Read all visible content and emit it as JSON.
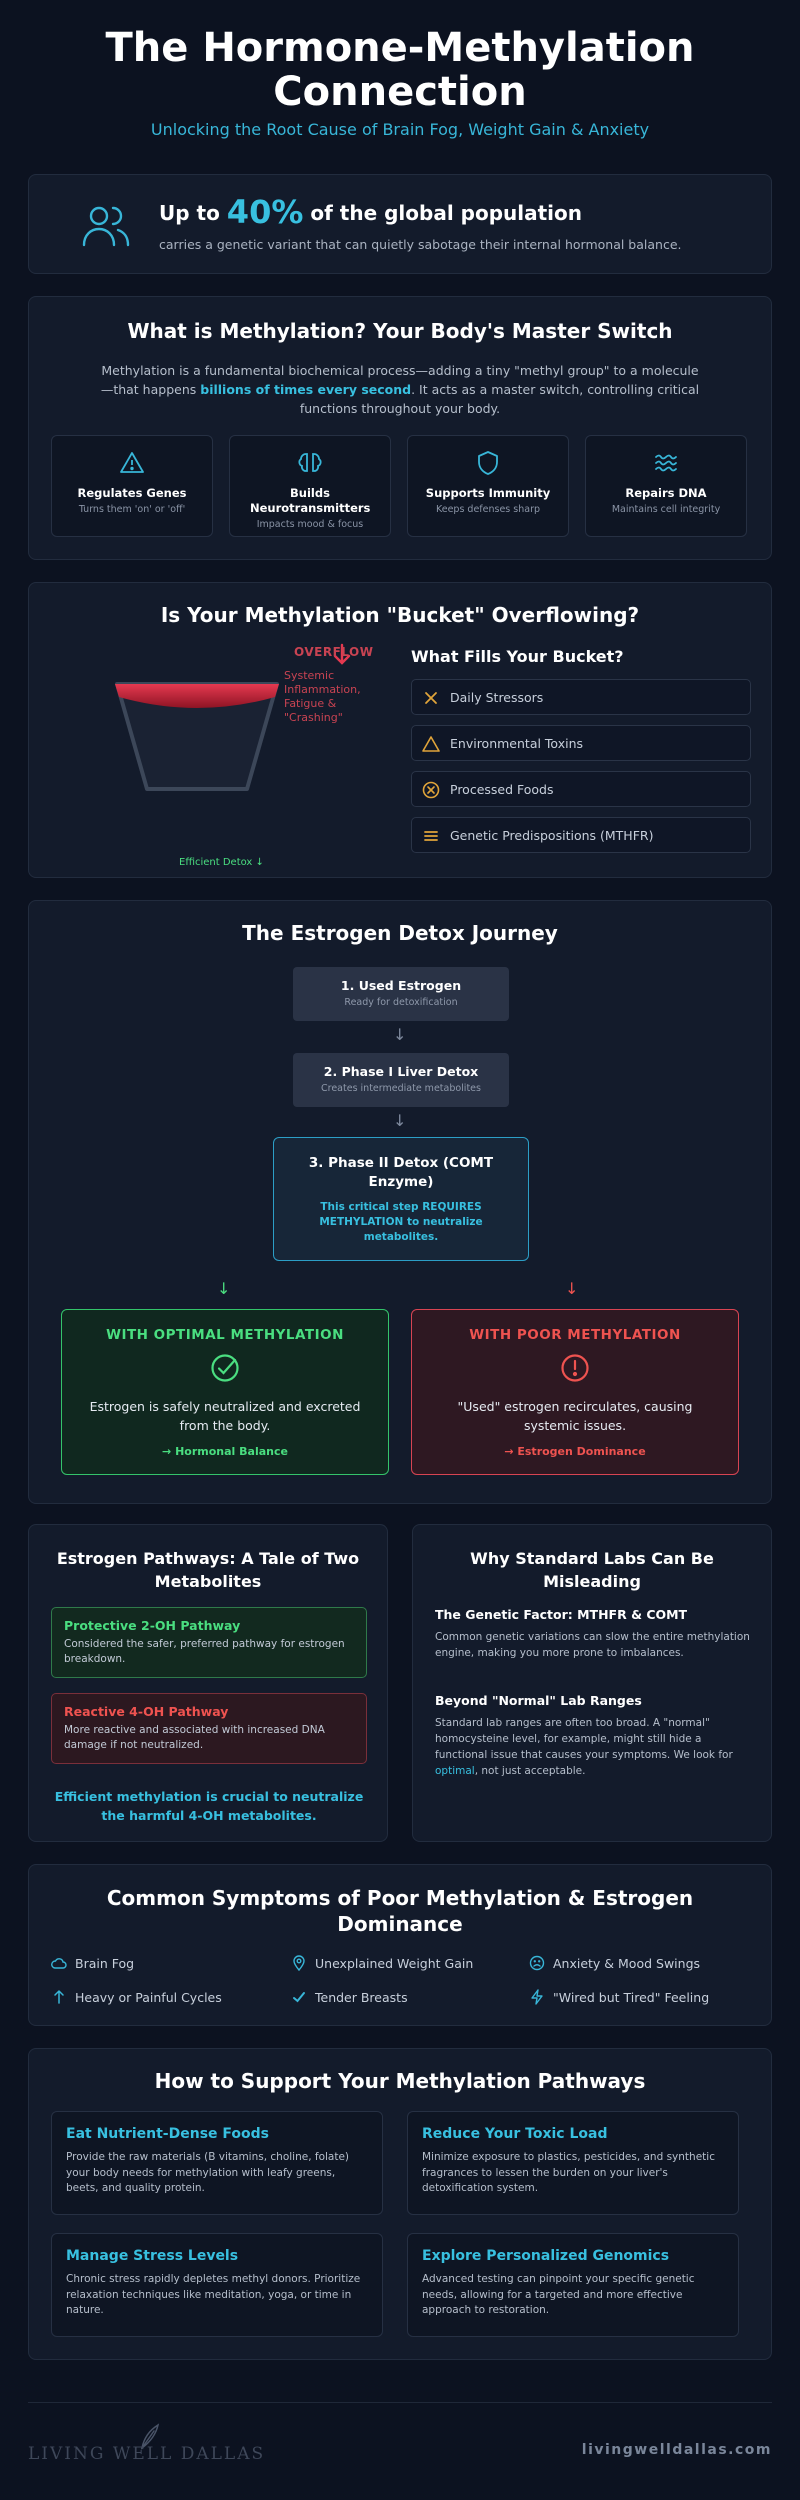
{
  "header": {
    "title_line1": "The Hormone-Methylation",
    "title_line2": "Connection",
    "subtitle": "Unlocking the Root Cause of Brain Fog, Weight Gain & Anxiety"
  },
  "stat": {
    "prefix": "Up to",
    "value": "40%",
    "suffix": "of the global population",
    "description": "carries a genetic variant that can quietly sabotage their internal hormonal balance."
  },
  "methylation": {
    "title": "What is Methylation? Your Body's Master Switch",
    "text_before": "Methylation is a fundamental biochemical process—adding a tiny \"methyl group\" to a molecule—that happens ",
    "text_highlight": "billions of times every second",
    "text_after": ". It acts as a master switch, controlling critical functions throughout your body.",
    "features": [
      {
        "title": "Regulates Genes",
        "subtitle": "Turns them 'on' or 'off'",
        "icon": "warning-triangle-icon"
      },
      {
        "title": "Builds Neurotransmitters",
        "subtitle": "Impacts mood & focus",
        "icon": "brain-icon"
      },
      {
        "title": "Supports Immunity",
        "subtitle": "Keeps defenses sharp",
        "icon": "shield-icon"
      },
      {
        "title": "Repairs DNA",
        "subtitle": "Maintains cell integrity",
        "icon": "dna-waves-icon"
      }
    ]
  },
  "bucket": {
    "title": "Is Your Methylation \"Bucket\" Overflowing?",
    "overflow_label": "OVERFLOW",
    "overflow_desc": [
      "Systemic",
      "Inflammation,",
      "Fatigue &",
      "\"Crashing\""
    ],
    "detox_label": "Efficient Detox ↓",
    "fills_title": "What Fills Your Bucket?",
    "fills": [
      {
        "label": "Daily Stressors",
        "icon": "x-icon"
      },
      {
        "label": "Environmental Toxins",
        "icon": "warning-triangle-icon"
      },
      {
        "label": "Processed Foods",
        "icon": "x-circle-icon"
      },
      {
        "label": "Genetic Predispositions (MTHFR)",
        "icon": "list-icon"
      }
    ]
  },
  "journey": {
    "title": "The Estrogen Detox Journey",
    "step1_title": "1. Used Estrogen",
    "step1_sub": "Ready for detoxification",
    "step2_title": "2. Phase I Liver Detox",
    "step2_sub": "Creates intermediate metabolites",
    "step3_title": "3. Phase II Detox (COMT Enzyme)",
    "step3_sub": "This critical step REQUIRES METHYLATION to neutralize metabolites.",
    "optimal_title": "WITH OPTIMAL METHYLATION",
    "optimal_text": "Estrogen is safely neutralized and excreted from the body.",
    "optimal_result": "→ Hormonal Balance",
    "poor_title": "WITH POOR METHYLATION",
    "poor_text": "\"Used\" estrogen recirculates, causing systemic issues.",
    "poor_result": "→ Estrogen Dominance"
  },
  "pathways": {
    "title": "Estrogen Pathways: A Tale of Two Metabolites",
    "protective_title": "Protective 2-OH Pathway",
    "protective_text": "Considered the safer, preferred pathway for estrogen breakdown.",
    "reactive_title": "Reactive 4-OH Pathway",
    "reactive_text": "More reactive and associated with increased DNA damage if not neutralized.",
    "footer": "Efficient methylation is crucial to neutralize the harmful 4-OH metabolites."
  },
  "labs": {
    "title": "Why Standard Labs Can Be Misleading",
    "genetic_title": "The Genetic Factor: MTHFR & COMT",
    "genetic_text": "Common genetic variations can slow the entire methylation engine, making you more prone to imbalances.",
    "ranges_title": "Beyond \"Normal\" Lab Ranges",
    "ranges_text_before": "Standard lab ranges are often too broad. A \"normal\" homocysteine level, for example, might still hide a functional issue that causes your symptoms. We look for ",
    "ranges_highlight": "optimal",
    "ranges_text_after": ", not just acceptable."
  },
  "symptoms": {
    "title": "Common Symptoms of Poor Methylation & Estrogen Dominance",
    "items": [
      {
        "label": "Brain Fog",
        "icon": "cloud-icon"
      },
      {
        "label": "Unexplained Weight Gain",
        "icon": "location-pin-icon"
      },
      {
        "label": "Anxiety & Mood Swings",
        "icon": "frown-face-icon"
      },
      {
        "label": "Heavy or Painful Cycles",
        "icon": "arrow-up-icon"
      },
      {
        "label": "Tender Breasts",
        "icon": "check-mark-icon"
      },
      {
        "label": "\"Wired but Tired\" Feeling",
        "icon": "lightning-icon"
      }
    ]
  },
  "support": {
    "title": "How to Support Your Methylation Pathways",
    "tips": [
      {
        "title": "Eat Nutrient-Dense Foods",
        "text": "Provide the raw materials (B vitamins, choline, folate) your body needs for methylation with leafy greens, beets, and quality protein."
      },
      {
        "title": "Reduce Your Toxic Load",
        "text": "Minimize exposure to plastics, pesticides, and synthetic fragrances to lessen the burden on your liver's detoxification system."
      },
      {
        "title": "Manage Stress Levels",
        "text": "Chronic stress rapidly depletes methyl donors. Prioritize relaxation techniques like meditation, yoga, or time in nature."
      },
      {
        "title": "Explore Personalized Genomics",
        "text": "Advanced testing can pinpoint your specific genetic needs, allowing for a targeted and more effective approach to restoration."
      }
    ]
  },
  "footer": {
    "logo_text": "LIVING WELL DALLAS",
    "website": "livingwelldallas.com"
  },
  "colors": {
    "background": "#0c1220",
    "card": "#131b2b",
    "accent_cyan": "#38c0e0",
    "success_green": "#4ade80",
    "danger_red": "#ef5350",
    "warning_amber": "#e0a43a"
  }
}
